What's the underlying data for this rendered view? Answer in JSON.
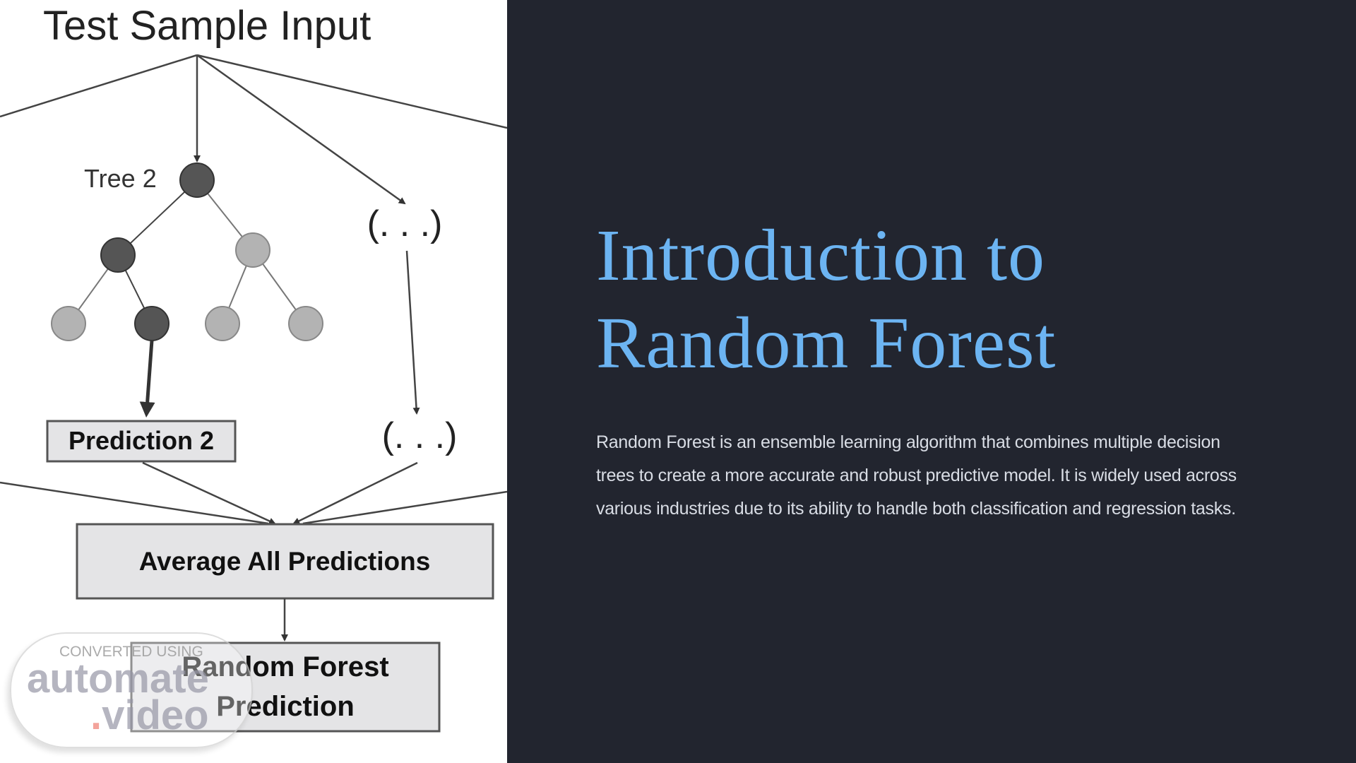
{
  "diagram": {
    "input_label": "Test Sample Input",
    "tree_label": "Tree 2",
    "ellipsis_top": "(. . .)",
    "ellipsis_bottom": "(. . .)",
    "prediction_label": "Prediction 2",
    "average_label": "Average All Predictions",
    "final_label_line1": "Random Forest",
    "final_label_line2": "Prediction"
  },
  "slide": {
    "title_line1": "Introduction to",
    "title_line2": "Random Forest",
    "body": "Random Forest is an ensemble learning algorithm that combines multiple decision trees to create a more accurate and robust predictive model. It is widely used across various industries due to its ability to handle both classification and regression tasks."
  },
  "watermark": {
    "converted": "CONVERTED USING",
    "brand1": "automate",
    "brand2": "video"
  },
  "colors": {
    "background": "#22252f",
    "title": "#6cb4f2",
    "body": "#d9dde5"
  }
}
